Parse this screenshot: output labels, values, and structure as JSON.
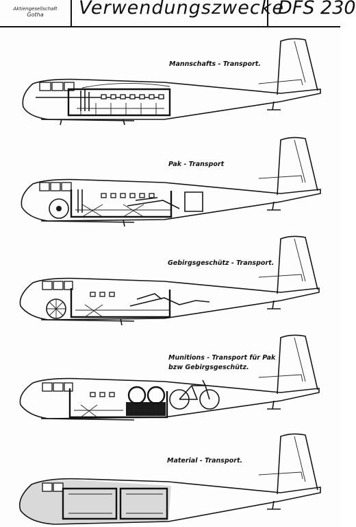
{
  "header": {
    "maker_line1": "Aktiengesellschaft",
    "maker_line2": "Gotha",
    "title": "Verwendungszwecke",
    "model": "DFS 230"
  },
  "configurations": [
    {
      "id": "personnel",
      "label": "Mannschafts - Transport."
    },
    {
      "id": "pak",
      "label": "Pak - Transport"
    },
    {
      "id": "mountain-gun",
      "label": "Gebirgsgeschütz - Transport."
    },
    {
      "id": "ammo",
      "label": "Munitions - Transport für Pak",
      "label2": "bzw Gebirgsgeschütz."
    },
    {
      "id": "material",
      "label": "Material - Transport."
    }
  ]
}
